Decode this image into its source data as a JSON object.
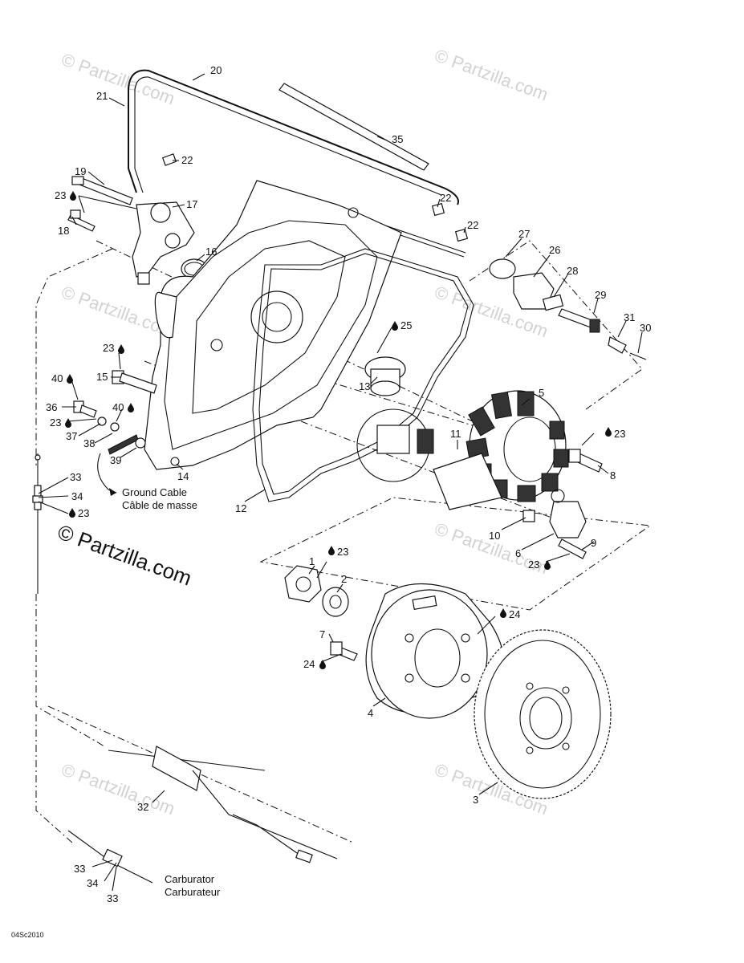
{
  "watermark": {
    "text": "© Partzilla.com",
    "main_text": "© Partzilla.com"
  },
  "code": "04Sc2010",
  "notes": {
    "ground_en": "Ground Cable",
    "ground_fr": "Câble de masse",
    "carb_en": "Carburator",
    "carb_fr": "Carburateur"
  },
  "callouts": {
    "c20": "20",
    "c21": "21",
    "c22a": "22",
    "c22b": "22",
    "c22c": "22",
    "c35": "35",
    "c19": "19",
    "c23a": "23",
    "c17": "17",
    "c18": "18",
    "c16": "16",
    "c27": "27",
    "c26": "26",
    "c28": "28",
    "c29": "29",
    "c31": "31",
    "c30": "30",
    "c25": "25",
    "c23b": "23",
    "c15": "15",
    "c13": "13",
    "c5": "5",
    "c40a": "40",
    "c36": "36",
    "c23c": "23",
    "c40b": "40",
    "c37": "37",
    "c38": "38",
    "c39": "39",
    "c14": "14",
    "c11": "11",
    "c23d": "23",
    "c8": "8",
    "c33a": "33",
    "c34a": "34",
    "c23e": "23",
    "c12": "12",
    "c10": "10",
    "c9": "9",
    "c6": "6",
    "c23f": "23",
    "c1": "1",
    "c23g": "23",
    "c2": "2",
    "c24a": "24",
    "c7": "7",
    "c24b": "24",
    "c4": "4",
    "c3": "3",
    "c32": "32",
    "c33b": "33",
    "c34b": "34",
    "c33c": "33"
  },
  "icons": {
    "drop": "sealant-drop-icon"
  }
}
